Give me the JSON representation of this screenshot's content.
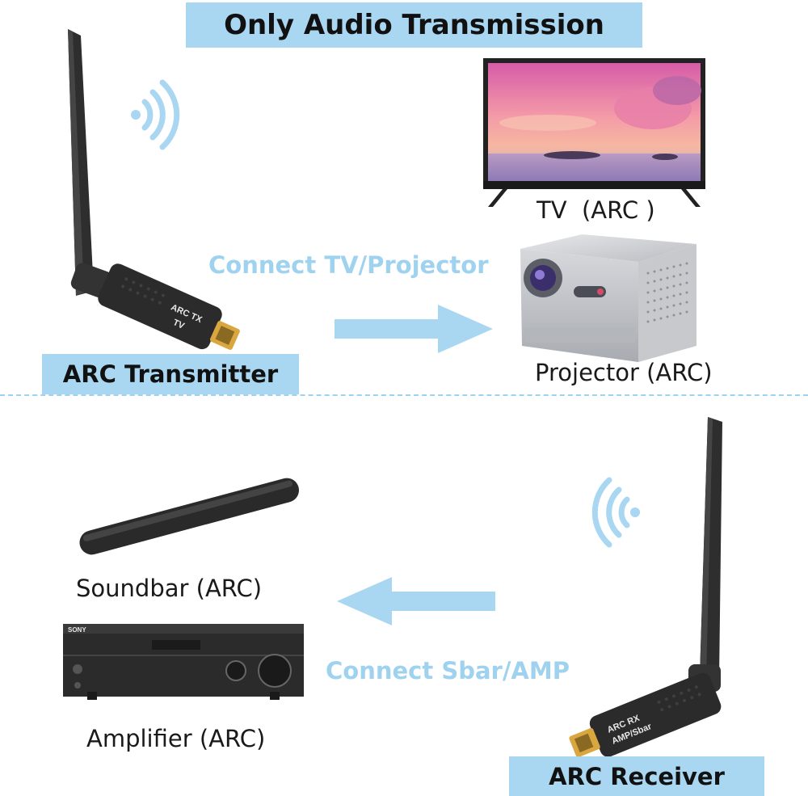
{
  "title": "Only Audio Transmission",
  "transmitter": {
    "label": "ARC Transmitter",
    "device_text": "ARC TX",
    "device_subtext": "TV"
  },
  "receiver": {
    "label": "ARC Receiver",
    "device_text": "ARC RX",
    "device_subtext": "AMP/Sbar"
  },
  "top_connect": "Connect TV/Projector",
  "bottom_connect": "Connect Sbar/AMP",
  "tv_label": "TV  (ARC )",
  "projector_label": "Projector (ARC)",
  "soundbar_label": "Soundbar (ARC)",
  "amplifier_label": "Amplifier (ARC)",
  "amplifier_brand": "SONY",
  "colors": {
    "banner": "#a9d6f1",
    "accent": "#9fd2ef",
    "device": "#2b2b2b"
  }
}
